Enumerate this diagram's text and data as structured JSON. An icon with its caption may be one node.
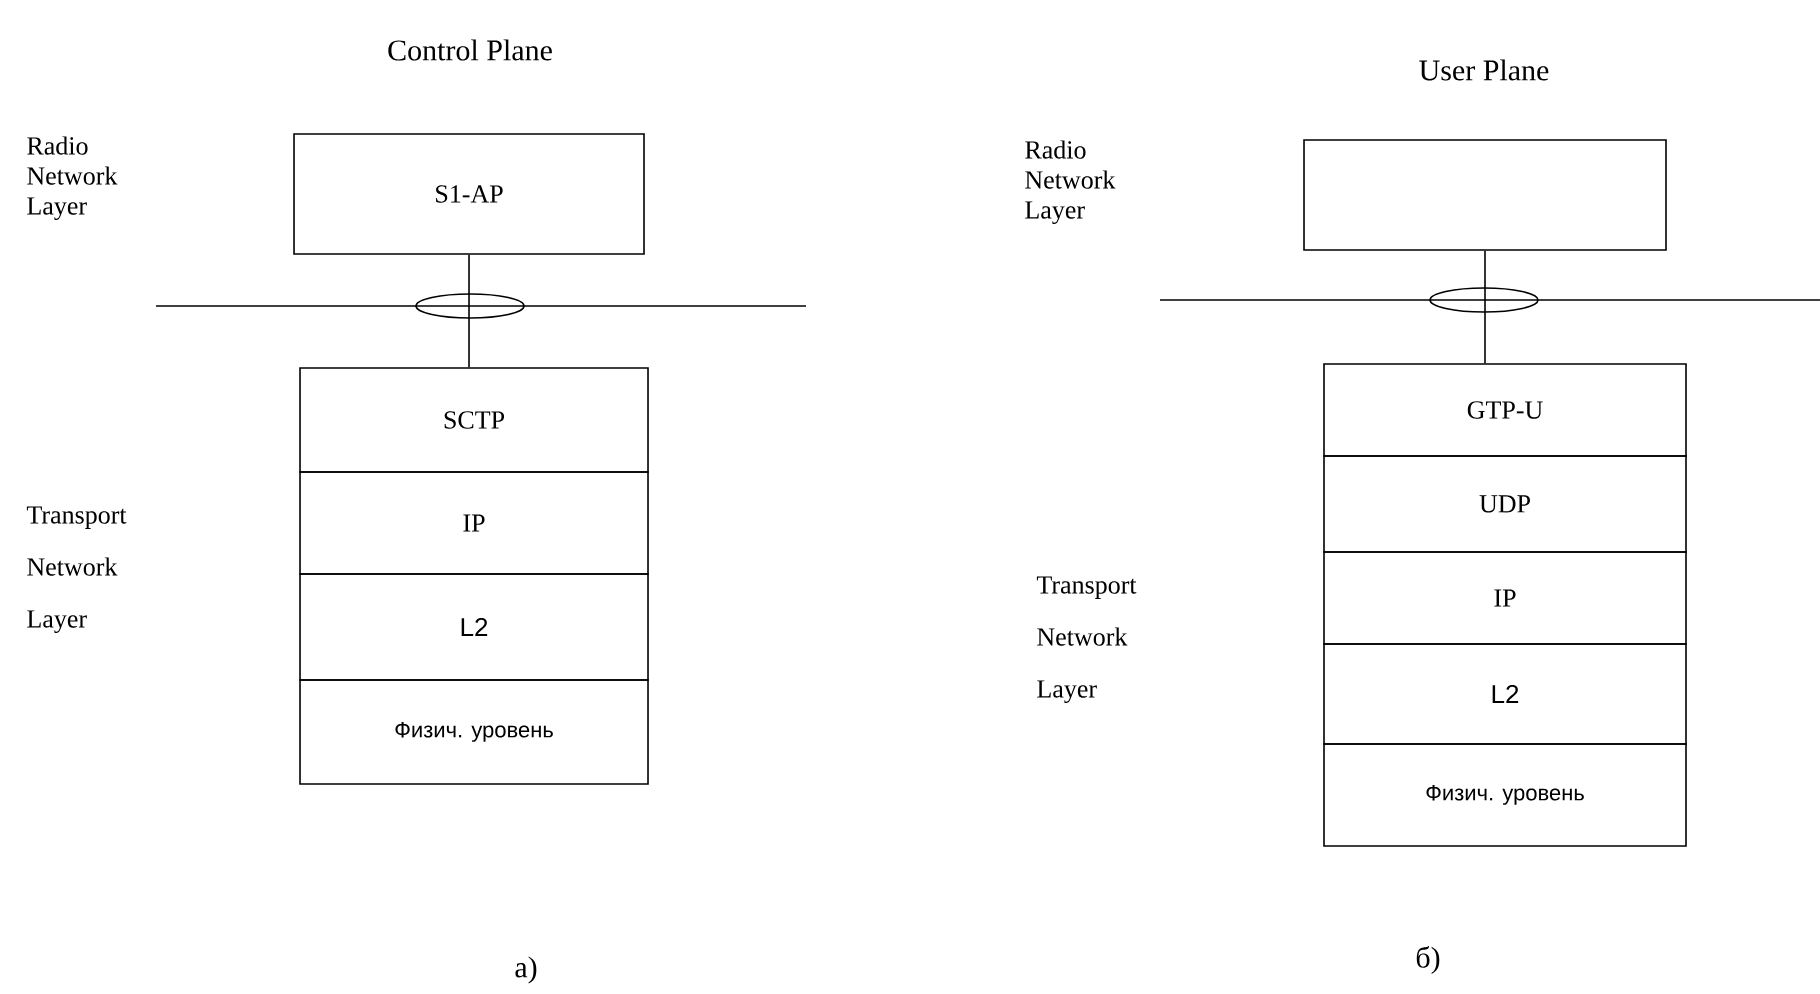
{
  "diagram": {
    "nodes": [
      {
        "text": [
          "S1-AP"
        ]
      },
      {
        "text": [
          "SCTP"
        ]
      },
      {
        "text": [
          "IP"
        ]
      },
      {
        "text": [
          "L2"
        ]
      },
      {
        "text": [
          "Физич. уровень"
        ]
      },
      {
        "text": [],
        "shape": "box"
      },
      {
        "text": [
          "GTP-U"
        ]
      },
      {
        "text": [
          "UDP"
        ]
      },
      {
        "text": [
          "IP"
        ]
      },
      {
        "text": [
          "L2"
        ]
      },
      {
        "text": [
          "Физич. уровень"
        ]
      }
    ],
    "edges": [
      {
        "from": 0,
        "to": 1,
        "arrow": "none"
      },
      {
        "from": 5,
        "to": 6,
        "arrow": "none"
      }
    ],
    "labels": [
      "Control Plane",
      "User Plane",
      "Radio Network Layer",
      "Radio Network Layer",
      "Transport Network Layer",
      "Transport Network Layer",
      "a)",
      "б)"
    ]
  }
}
